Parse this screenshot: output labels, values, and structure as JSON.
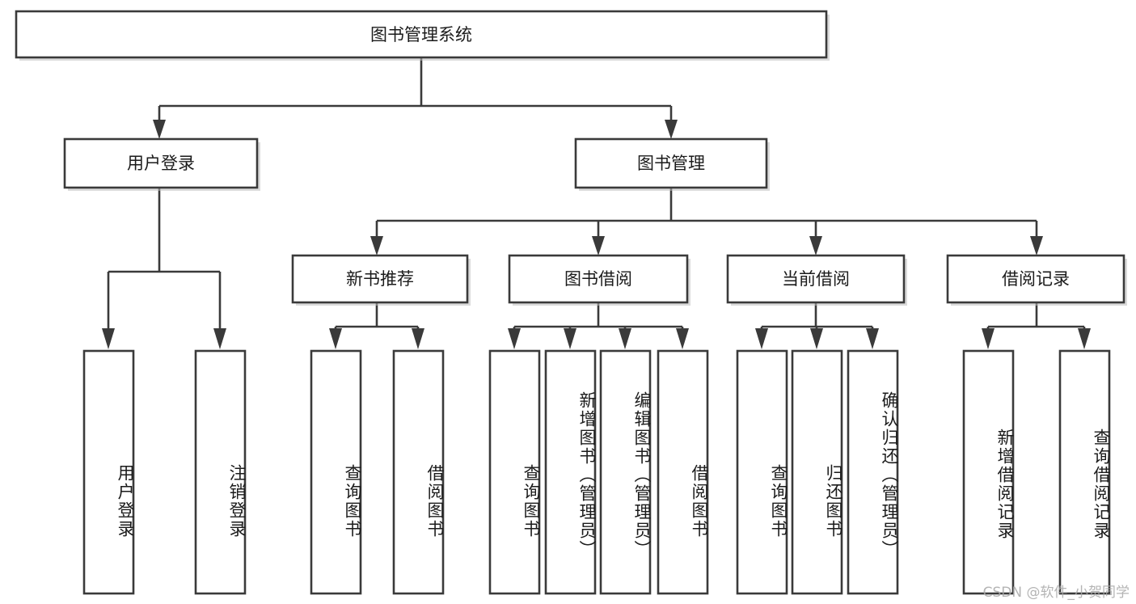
{
  "diagram": {
    "type": "tree-hierarchy",
    "title": "图书管理系统",
    "root": {
      "id": "root",
      "label": "图书管理系统"
    },
    "level2": [
      {
        "id": "user-login",
        "label": "用户登录"
      },
      {
        "id": "book-manage",
        "label": "图书管理"
      }
    ],
    "level3": [
      {
        "id": "new-book-rec",
        "label": "新书推荐",
        "parent": "book-manage"
      },
      {
        "id": "book-borrow",
        "label": "图书借阅",
        "parent": "book-manage"
      },
      {
        "id": "current-borrow",
        "label": "当前借阅",
        "parent": "book-manage"
      },
      {
        "id": "borrow-record",
        "label": "借阅记录",
        "parent": "book-manage"
      }
    ],
    "leaves": [
      {
        "id": "leaf-user-login",
        "label": "用户登录",
        "parent": "user-login"
      },
      {
        "id": "leaf-logout",
        "label": "注销登录",
        "parent": "user-login"
      },
      {
        "id": "leaf-query-book-1",
        "label": "查询图书",
        "parent": "new-book-rec"
      },
      {
        "id": "leaf-borrow-book-1",
        "label": "借阅图书",
        "parent": "new-book-rec"
      },
      {
        "id": "leaf-query-book-2",
        "label": "查询图书",
        "parent": "book-borrow"
      },
      {
        "id": "leaf-add-book",
        "label": "新增图书（管理员）",
        "parent": "book-borrow"
      },
      {
        "id": "leaf-edit-book",
        "label": "编辑图书（管理员）",
        "parent": "book-borrow"
      },
      {
        "id": "leaf-borrow-book-2",
        "label": "借阅图书",
        "parent": "book-borrow"
      },
      {
        "id": "leaf-query-book-3",
        "label": "查询图书",
        "parent": "current-borrow"
      },
      {
        "id": "leaf-return-book",
        "label": "归还图书",
        "parent": "current-borrow"
      },
      {
        "id": "leaf-confirm-return",
        "label": "确认归还（管理员）",
        "parent": "current-borrow"
      },
      {
        "id": "leaf-add-record",
        "label": "新增借阅记录",
        "parent": "borrow-record"
      },
      {
        "id": "leaf-query-record",
        "label": "查询借阅记录",
        "parent": "borrow-record"
      }
    ],
    "colors": {
      "box_fill": "#ffffff",
      "box_stroke": "#3a3a3a",
      "text": "#1b1b1b",
      "background": "#ffffff",
      "watermark": "#a8a8a8"
    }
  },
  "watermark": {
    "text": "CSDN @软件_小贺同学"
  }
}
